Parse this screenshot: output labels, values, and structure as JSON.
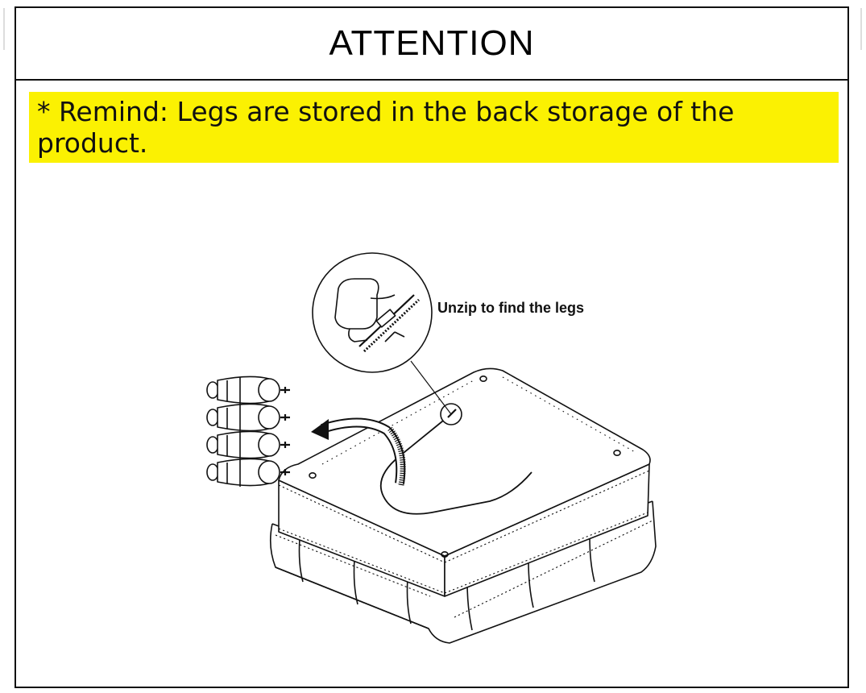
{
  "header": {
    "title": "ATTENTION"
  },
  "notice": {
    "text": "* Remind: Legs are stored in the back storage of the product."
  },
  "illustration": {
    "callout_label": "Unzip to find the legs",
    "legs_count": 4
  }
}
